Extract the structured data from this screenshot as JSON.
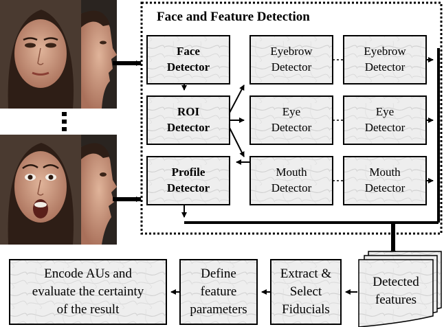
{
  "title": "Face and Feature Detection",
  "stage1": [
    {
      "line1": "Face",
      "line2": "Detector"
    },
    {
      "line1": "ROI",
      "line2": "Detector"
    },
    {
      "line1": "Profile",
      "line2": "Detector"
    }
  ],
  "stage2": [
    {
      "line1": "Eyebrow",
      "line2": "Detector"
    },
    {
      "line1": "Eye",
      "line2": "Detector"
    },
    {
      "line1": "Mouth",
      "line2": "Detector"
    }
  ],
  "stage3": [
    {
      "line1": "Eyebrow",
      "line2": "Detector"
    },
    {
      "line1": "Eye",
      "line2": "Detector"
    },
    {
      "line1": "Mouth",
      "line2": "Detector"
    }
  ],
  "output": {
    "detected": {
      "line1": "Detected",
      "line2": "features"
    },
    "extract": {
      "line1": "Extract &",
      "line2": "Select",
      "line3": "Fiducials"
    },
    "define": {
      "line1": "Define",
      "line2": "feature",
      "line3": "parameters"
    },
    "encode": {
      "line1": "Encode AUs and",
      "line2": "evaluate the certainty",
      "line3": "of the result"
    }
  },
  "colors": {
    "box_fill": "#ececec",
    "texture": "#d6d6d6",
    "skin": "#c9957c",
    "hair": "#3a2418"
  }
}
